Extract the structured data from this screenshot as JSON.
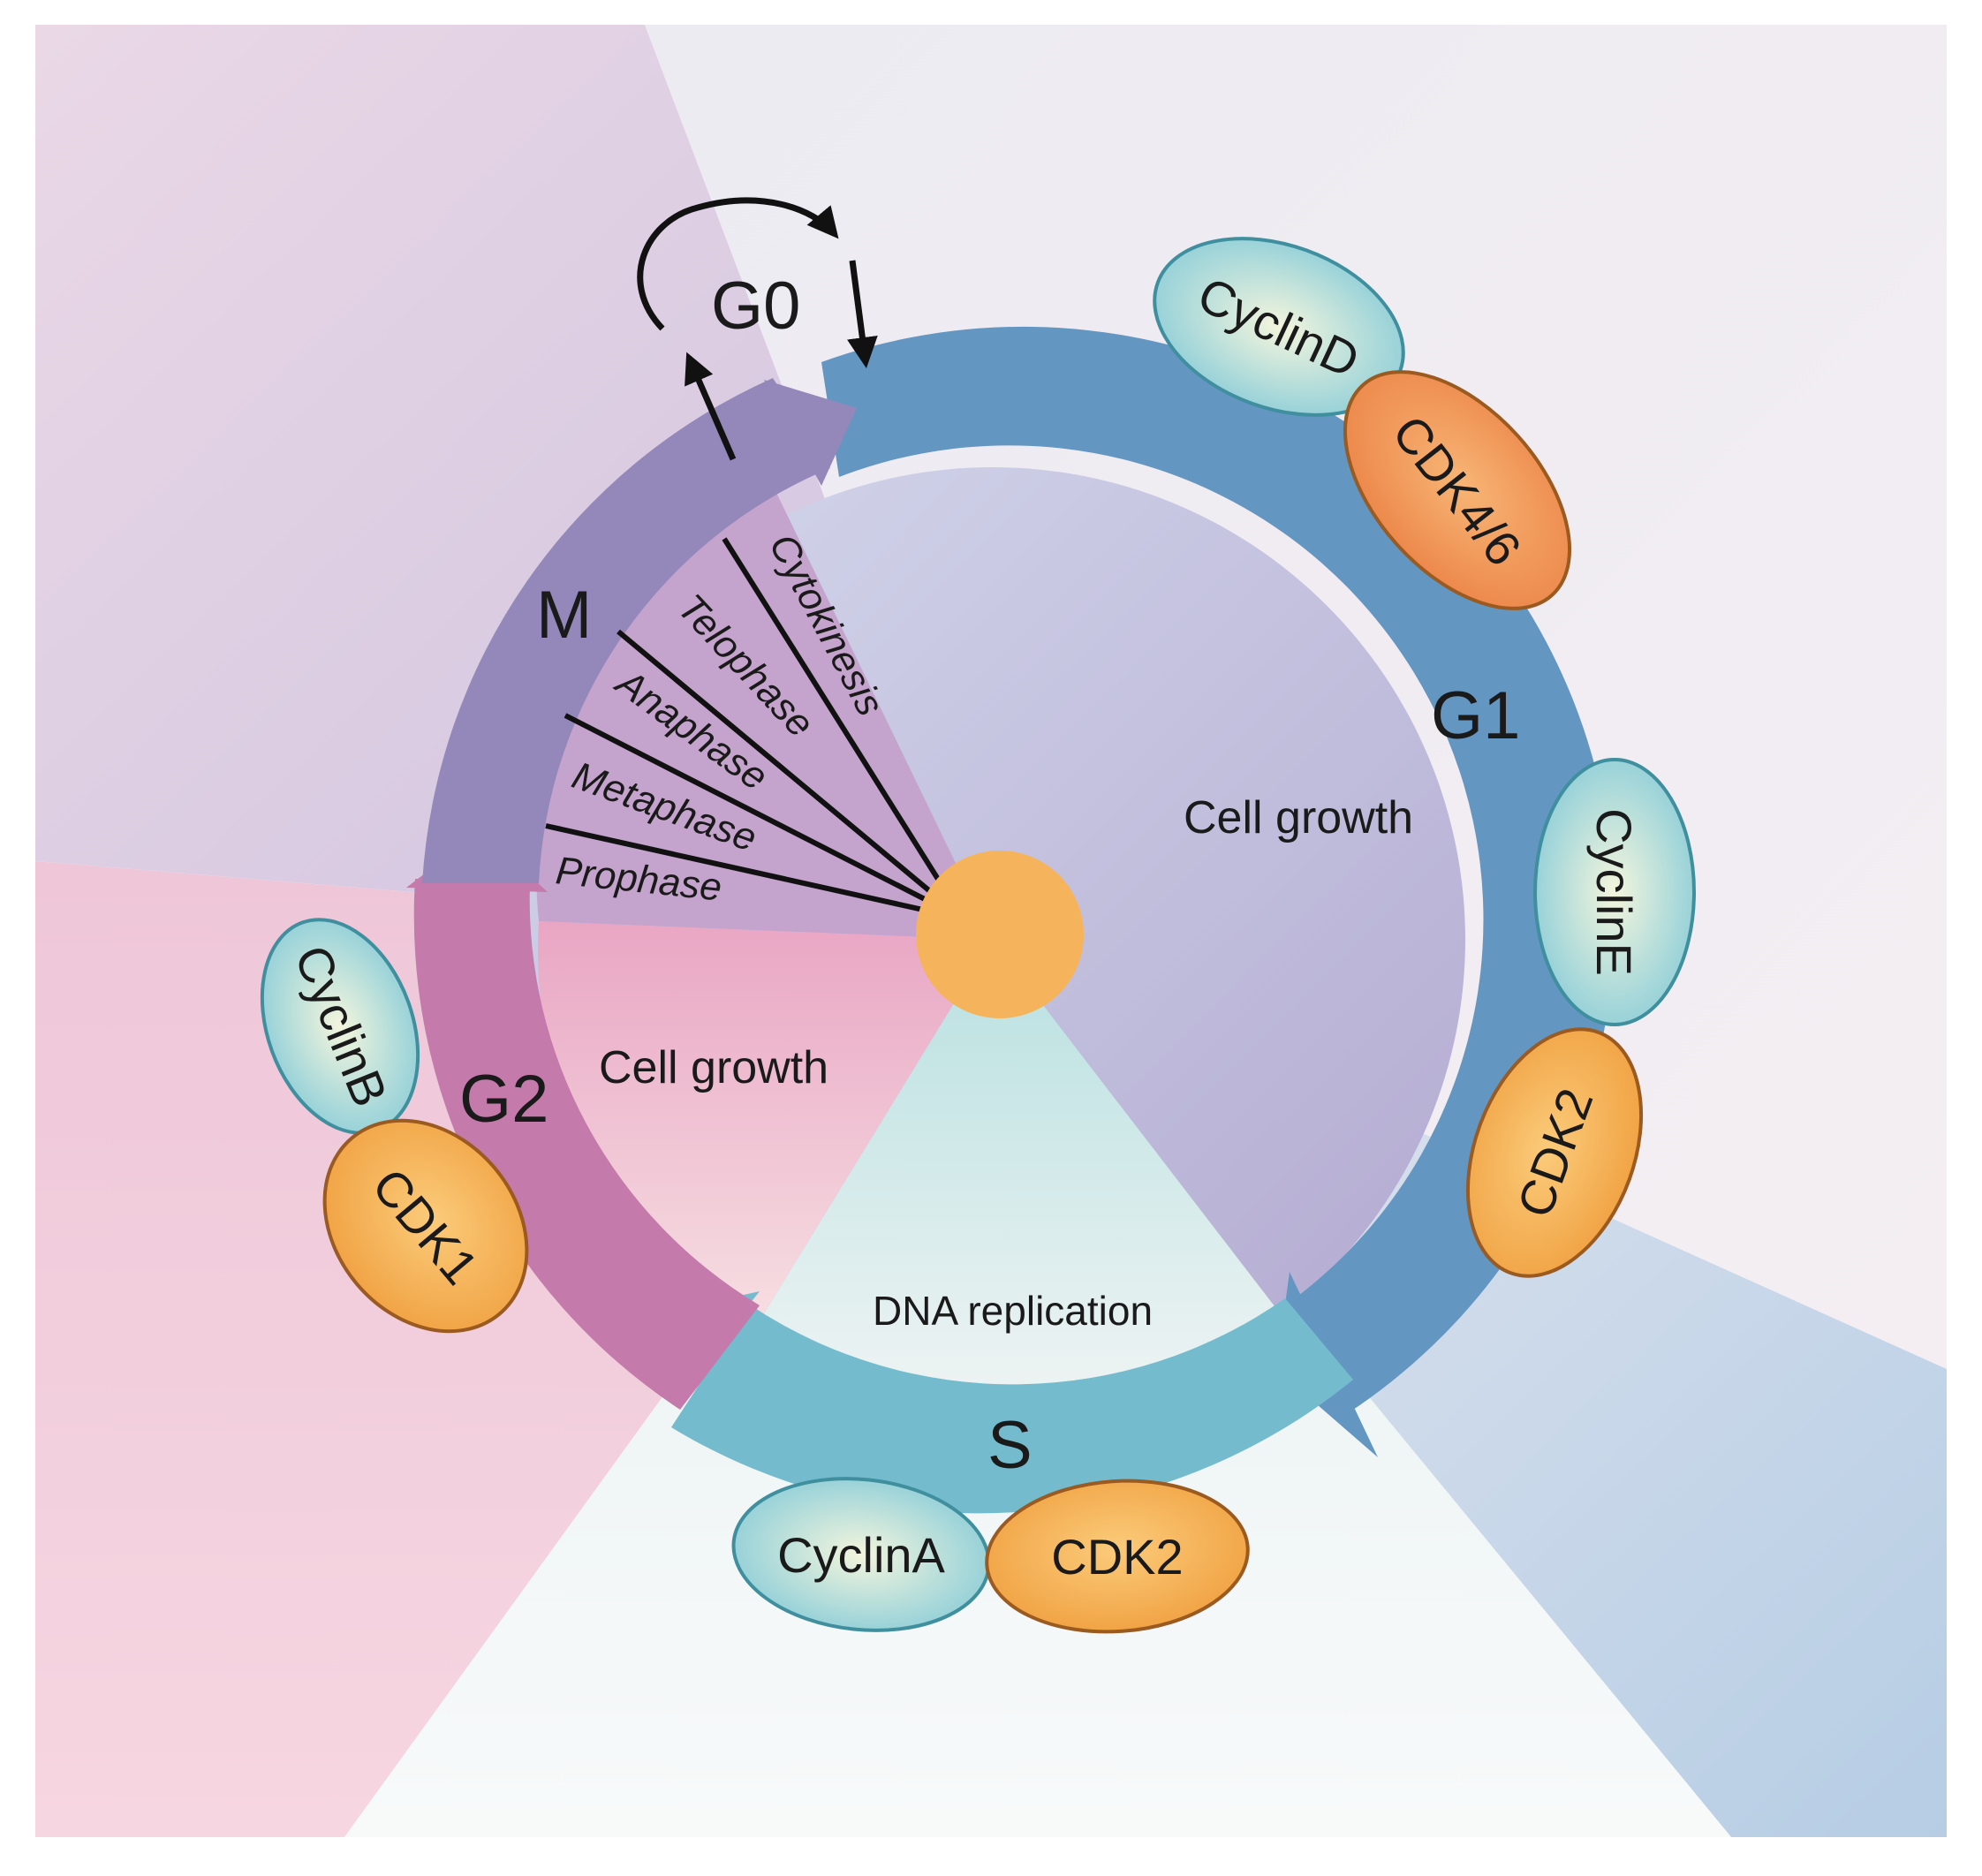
{
  "phases": {
    "g0": "G0",
    "g1": "G1",
    "s": "S",
    "g2": "G2",
    "m": "M"
  },
  "regions": {
    "g1_growth": "Cell growth",
    "g2_growth": "Cell growth",
    "s_replication": "DNA replication"
  },
  "mitosis_stages": [
    "Prophase",
    "Metaphase",
    "Anaphase",
    "Telophase",
    "Cytokinesis"
  ],
  "complexes": {
    "g1_early": {
      "cyclin": "CyclinD",
      "cdk": "CDK4/6"
    },
    "g1_late": {
      "cyclin": "CyclinE",
      "cdk": "CDK2"
    },
    "s": {
      "cyclin": "CyclinA",
      "cdk": "CDK2"
    },
    "g2": {
      "cyclin": "CyclinB",
      "cdk": "CDK1"
    }
  },
  "colors": {
    "g1": "#6496c2",
    "s": "#74bccd",
    "g2": "#c57aac",
    "m": "#9487b9",
    "center": "#f5b45c",
    "cyclin": "#a8d8e0",
    "cdk_orange": "#f2a24e",
    "cdk_light": "#f8b961"
  }
}
